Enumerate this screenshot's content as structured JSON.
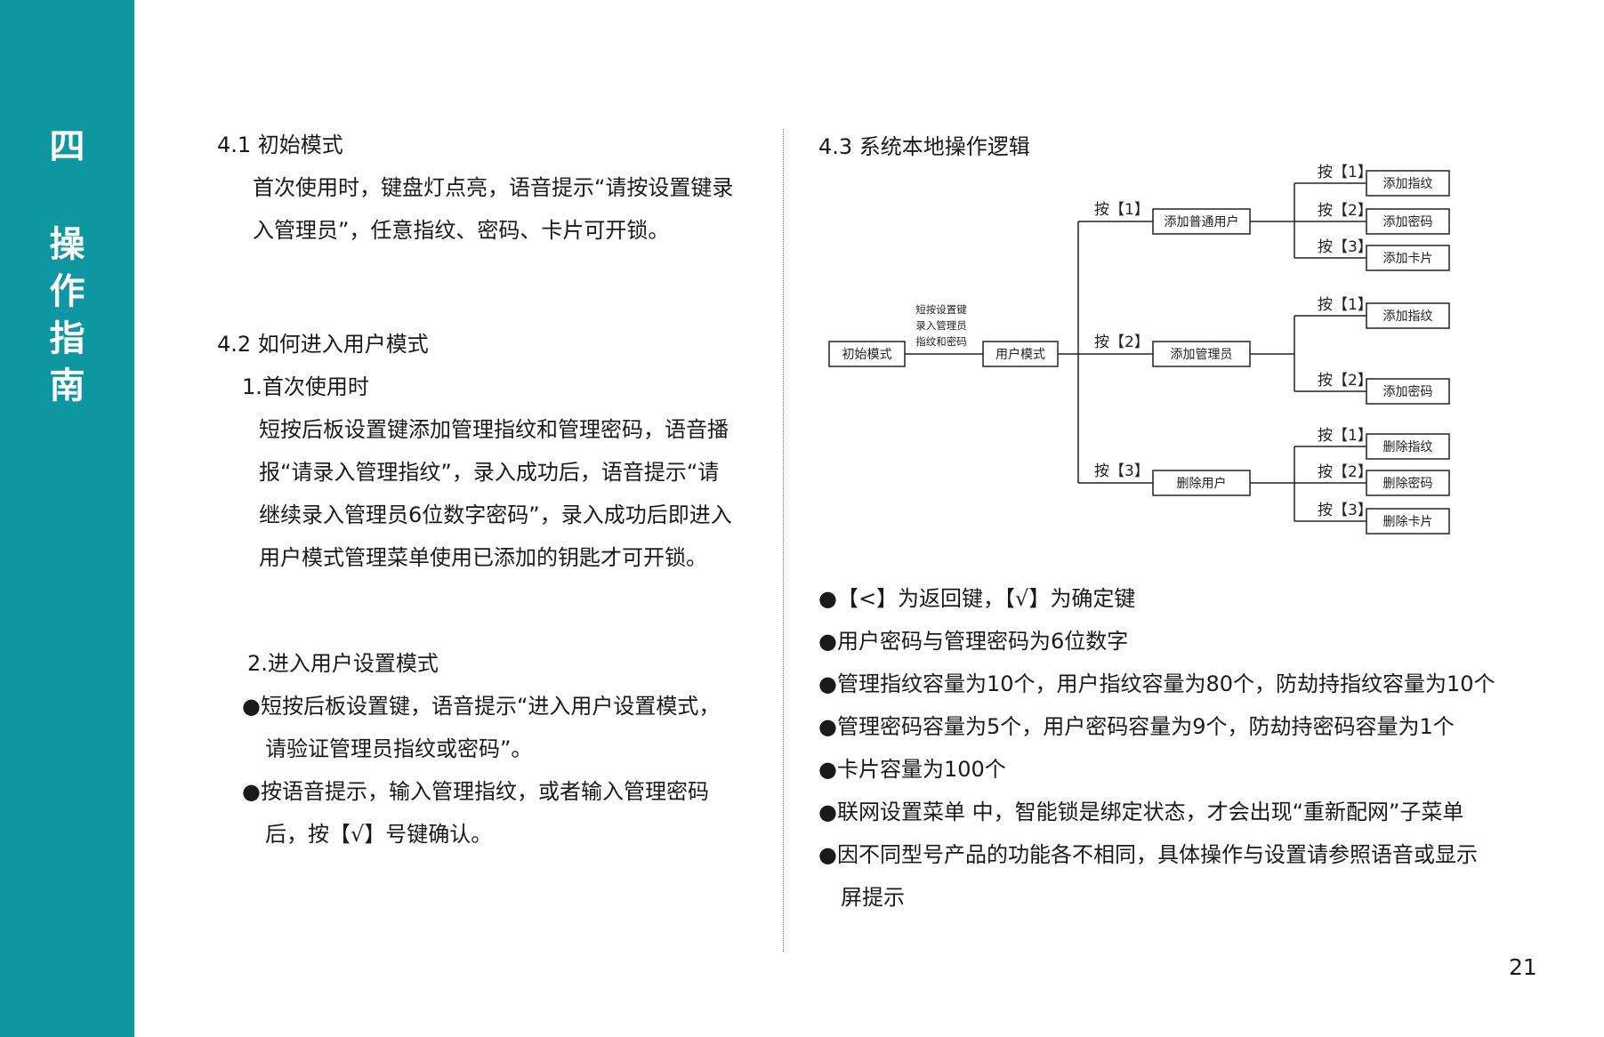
{
  "sidebar": {
    "chapter_chars": [
      "四",
      "操",
      "作",
      "指",
      "南"
    ]
  },
  "left": {
    "s41": {
      "heading": "4.1 初始模式",
      "lines": [
        "首次使用时，键盘灯点亮，语音提示“请按设置键录",
        "入管理员”，任意指纹、密码、卡片可开锁。"
      ]
    },
    "s42": {
      "heading": "4.2 如何进入用户模式",
      "sub1": "1.首次使用时",
      "sub1_lines": [
        "短按后板设置键添加管理指纹和管理密码，语音播",
        "报“请录入管理指纹”，录入成功后，语音提示“请",
        "继续录入管理员6位数字密码”，录入成功后即进入",
        "用户模式管理菜单使用已添加的钥匙才可开锁。"
      ],
      "sub2": "2.进入用户设置模式",
      "sub2_lines": [
        "●短按后板设置键，语音提示“进入用户设置模式，",
        "请验证管理员指纹或密码”。",
        "●按语音提示，输入管理指纹，或者输入管理密码",
        "后，按【√】号键确认。"
      ]
    }
  },
  "right": {
    "heading": "4.3 系统本地操作逻辑",
    "diagram": {
      "root": "初始模式",
      "note": [
        "短按设置键",
        "录入管理员",
        "指纹和密码"
      ],
      "mode": "用户模式",
      "branches": [
        {
          "key": "按【1】",
          "label": "添加普通用户",
          "leaves": [
            {
              "key": "按【1】",
              "label": "添加指纹"
            },
            {
              "key": "按【2】",
              "label": "添加密码"
            },
            {
              "key": "按【3】",
              "label": "添加卡片"
            }
          ]
        },
        {
          "key": "按【2】",
          "label": "添加管理员",
          "leaves": [
            {
              "key": "按【1】",
              "label": "添加指纹"
            },
            {
              "key": "按【2】",
              "label": "添加密码"
            }
          ]
        },
        {
          "key": "按【3】",
          "label": "删除用户",
          "leaves": [
            {
              "key": "按【1】",
              "label": "删除指纹"
            },
            {
              "key": "按【2】",
              "label": "删除密码"
            },
            {
              "key": "按【3】",
              "label": "删除卡片"
            }
          ]
        }
      ]
    },
    "bullets": [
      "●【<】为返回键，【√】为确定键",
      "●用户密码与管理密码为6位数字",
      "●管理指纹容量为10个，用户指纹容量为80个，防劫持指纹容量为10个",
      "●管理密码容量为5个，用户密码容量为9个，防劫持密码容量为1个",
      "●卡片容量为100个",
      "●联网设置菜单  中，智能锁是绑定状态，才会出现“重新配网”子菜单",
      "●因不同型号产品的功能各不相同，具体操作与设置请参照语音或显示",
      "屏提示"
    ]
  },
  "page_number": "21"
}
